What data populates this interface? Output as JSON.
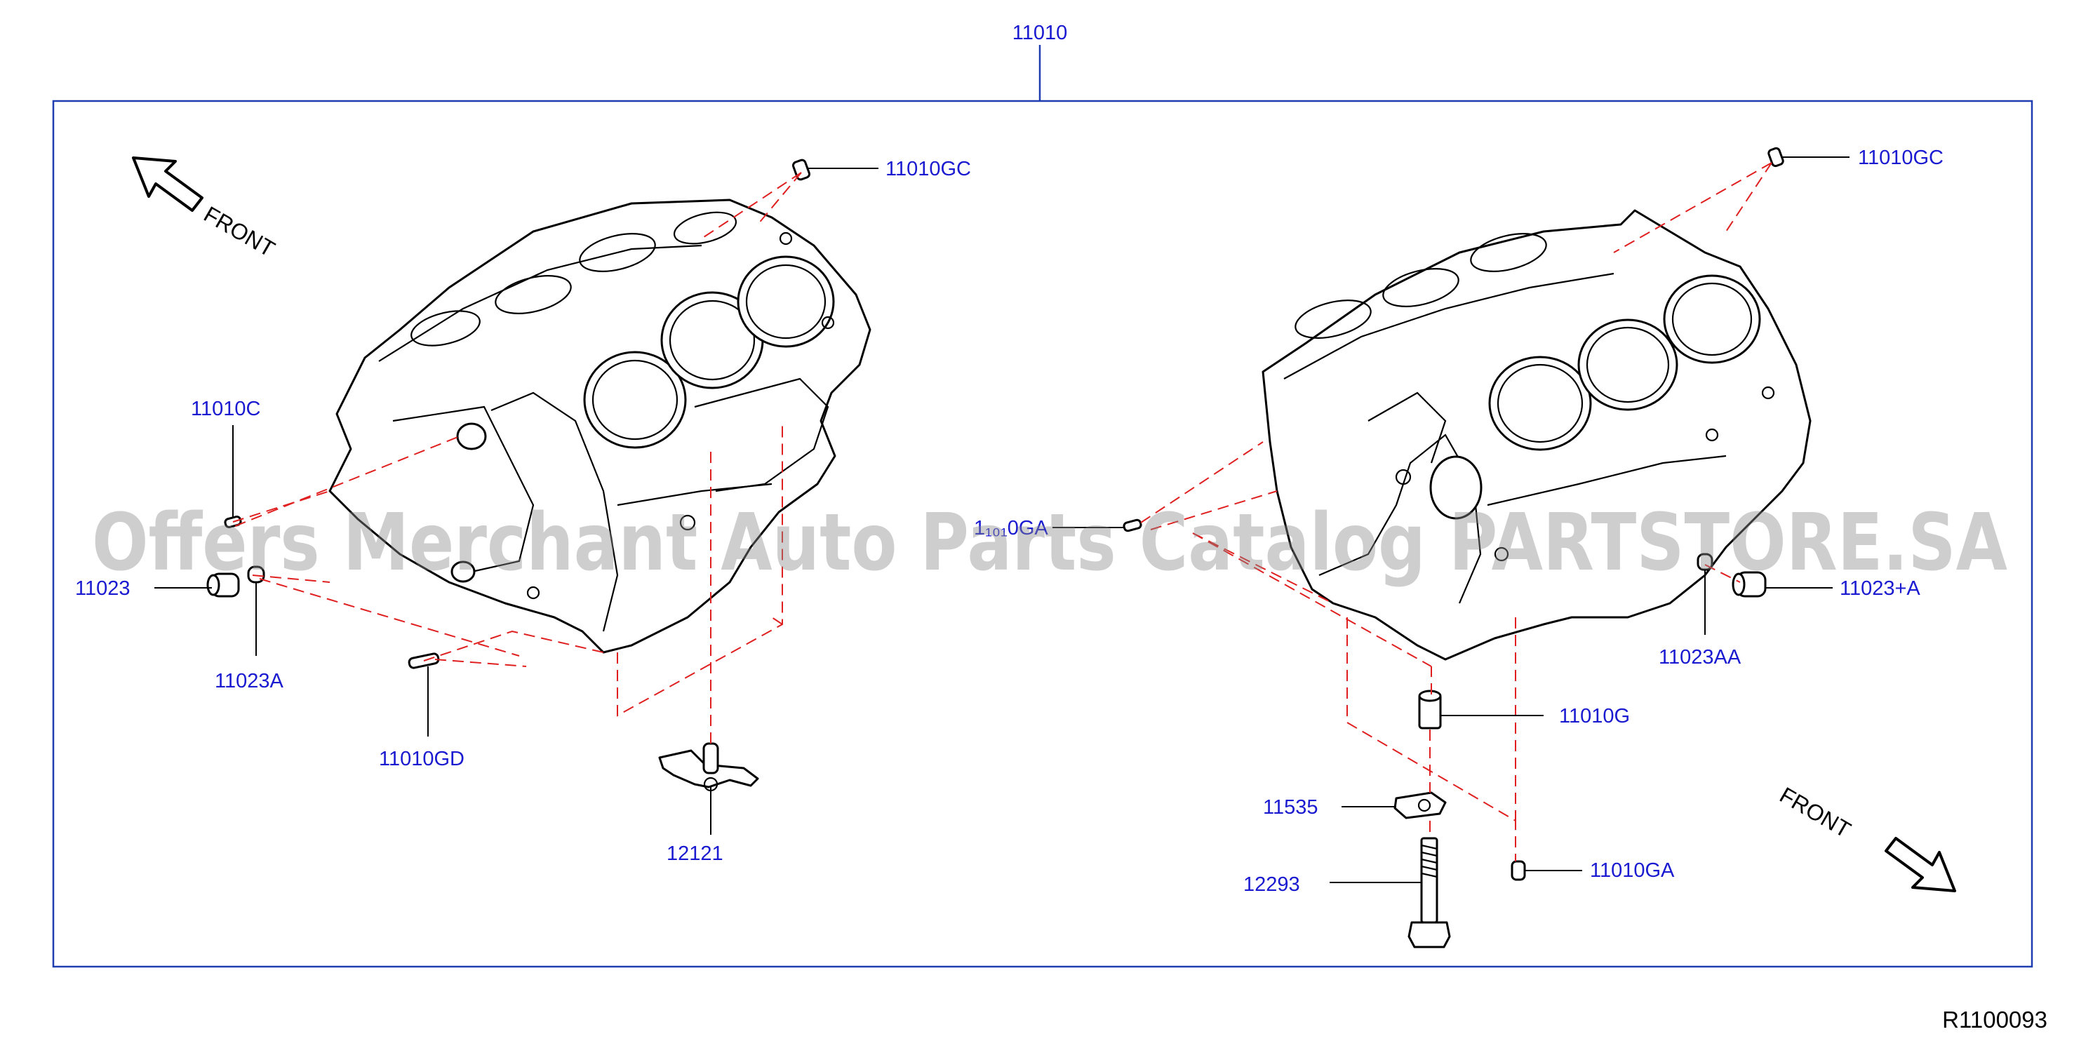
{
  "diagram": {
    "assembly_label": "11010",
    "part_labels": {
      "l_11010gc": "11010GC",
      "l_11010c": "11010C",
      "l_11023": "11023",
      "l_11023a": "11023A",
      "l_11010gd": "11010GD",
      "l_12121": "12121",
      "r_11010gc": "11010GC",
      "r_11010ga_partial": "1₁₀₁0GA",
      "r_11023aa": "11023AA",
      "r_11023a": "11023+A",
      "r_11010g": "11010G",
      "r_11535": "11535",
      "r_12293": "12293",
      "r_11010ga": "11010GA"
    },
    "front_left": "FRONT",
    "front_right": "FRONT",
    "watermark": "Offers Merchant Auto Parts Catalog PARTSTORE.SA",
    "reference_number": "R1100093",
    "colors": {
      "label_blue": "#1a1ad0",
      "frame_blue": "#1f3fb0",
      "dash_red": "#e02020",
      "ink": "#000000"
    }
  }
}
